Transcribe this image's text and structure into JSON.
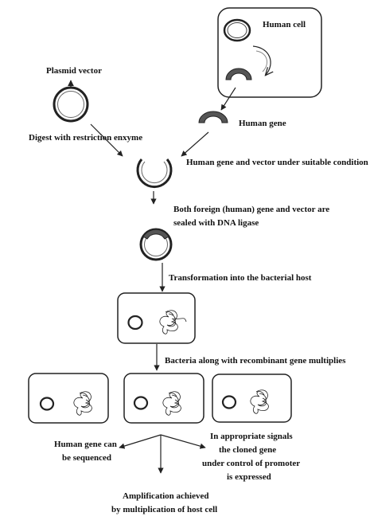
{
  "labels": {
    "human_cell": "Human cell",
    "plasmid_vector": "Plasmid vector",
    "digest": "Digest with restriction enxyme",
    "human_gene": "Human gene",
    "gene_and_vector": "Human gene and vector under suitable condition",
    "ligase_line1": "Both foreign (human) gene and vector are",
    "ligase_line2": "sealed with DNA ligase",
    "transformation": "Transformation into the bacterial host",
    "multiplies": "Bacteria along with recombinant gene multiplies",
    "sequenced_line1": "Human gene can",
    "sequenced_line2": "be sequenced",
    "expressed_line1": "In appropriate signals",
    "expressed_line2": "the cloned gene",
    "expressed_line3": "under control of promoter",
    "expressed_line4": "is expressed",
    "amplification_line1": "Amplification achieved",
    "amplification_line2": "by multiplication of host cell"
  },
  "colors": {
    "ink": "#222222",
    "gene": "#555555",
    "ring_fill": "#ffffff"
  }
}
